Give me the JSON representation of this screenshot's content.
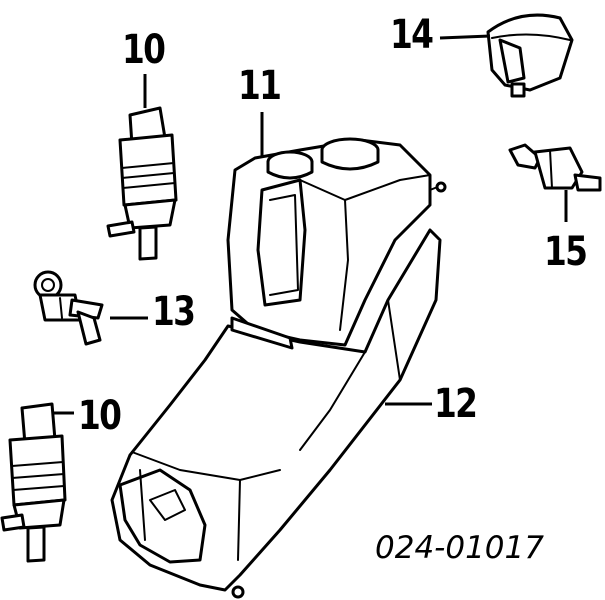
{
  "callouts": {
    "c10_top": "10",
    "c11": "11",
    "c14": "14",
    "c15": "15",
    "c13": "13",
    "c10_bottom": "10",
    "c12": "12"
  },
  "catalog_number": "024-01017",
  "icons": {
    "washer_reservoir": "reservoir-icon",
    "washer_pump": "pump-icon",
    "nozzle": "nozzle-icon"
  },
  "colors": {
    "ink": "#000000",
    "paper": "#ffffff"
  }
}
